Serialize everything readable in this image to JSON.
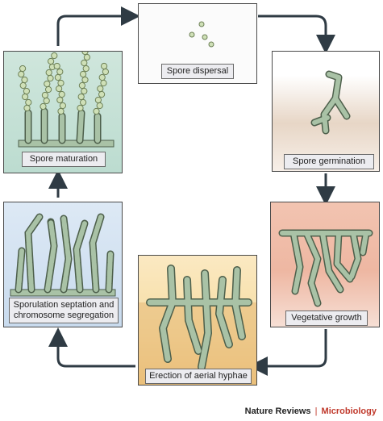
{
  "stages": {
    "spore_dispersal": "Spore dispersal",
    "spore_germination": "Spore germination",
    "vegetative_growth": "Vegetative growth",
    "aerial_hyphae": "Erection of aerial hyphae",
    "sporulation_line1": "Sporulation septation and",
    "sporulation_line2": "chromosome segregation",
    "spore_maturation": "Spore maturation"
  },
  "credit": {
    "journal": "Nature Reviews",
    "separator": "|",
    "section": "Microbiology"
  },
  "colors": {
    "hypha_fill": "#a9c2a6",
    "hypha_stroke": "#4d5f4b",
    "arrow": "#2f3b44",
    "germination_bg": "#e7d6c6",
    "vegetative_bg": "#eeb7a2",
    "aerial_bg": "#f6dca2",
    "sporulation_bg": "#c9dbee",
    "maturation_bg": "#bcdcd0",
    "accent": "#c0392b"
  }
}
